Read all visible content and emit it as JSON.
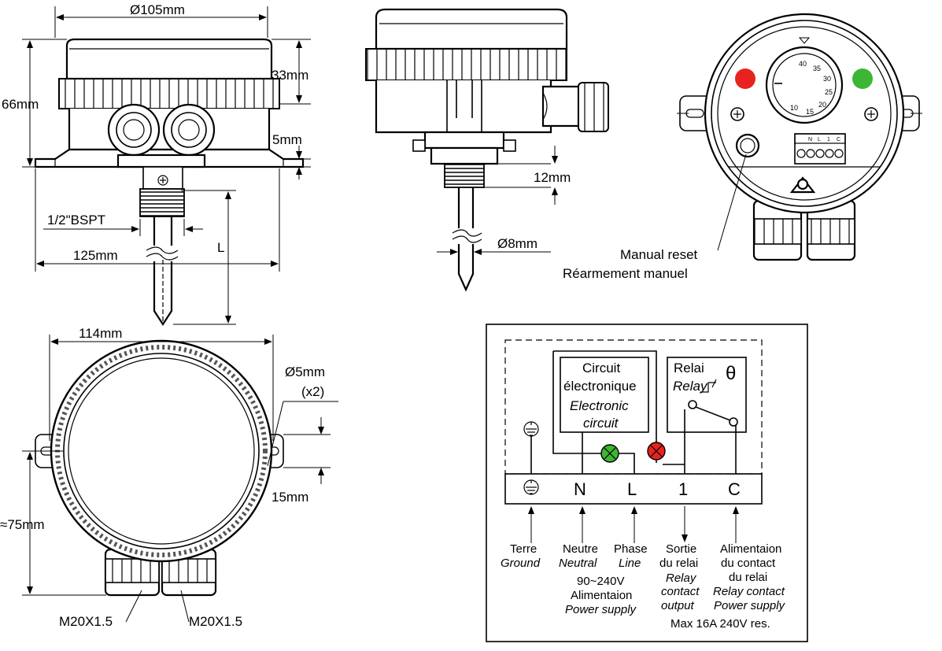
{
  "dimensions": {
    "diameter_top": "Ø105mm",
    "height_total": "66mm",
    "cover_height": "33mm",
    "flange_thickness": "5mm",
    "thread": "1/2\"BSPT",
    "width_flanges": "125mm",
    "probe_length": "L",
    "thread_length": "12mm",
    "probe_diameter": "Ø8mm",
    "body_width": "114mm",
    "hole_diameter": "Ø5mm",
    "hole_count": "(x2)",
    "flange_width": "15mm",
    "approx_height": "≈75mm",
    "gland_left": "M20X1.5",
    "gland_right": "M20X1.5"
  },
  "front_view": {
    "reset_label_en": "Manual reset",
    "reset_label_fr": "Réarmement manuel",
    "dial_numbers": [
      "40",
      "35",
      "30",
      "25",
      "20",
      "15",
      "10"
    ],
    "terminal_marks": [
      "N",
      "L",
      "1",
      "C"
    ],
    "led_colors": {
      "red": "#e8231f",
      "green": "#3db535"
    }
  },
  "wiring": {
    "circuit_box": {
      "line1": "Circuit",
      "line2": "électronique",
      "line3_it": "Electronic",
      "line4_it": "circuit"
    },
    "relay_box": {
      "line1": "Relai",
      "line2_it": "Relay",
      "symbol": "θ"
    },
    "terminals": [
      "⏚",
      "N",
      "L",
      "1",
      "C"
    ],
    "ground": {
      "fr": "Terre",
      "en": "Ground"
    },
    "neutral": {
      "fr": "Neutre",
      "en": "Neutral"
    },
    "phase": {
      "fr": "Phase",
      "en": "Line"
    },
    "power_supply": {
      "voltage": "90~240V",
      "fr": "Alimentaion",
      "en": "Power supply"
    },
    "relay_output": {
      "fr1": "Sortie",
      "fr2": "du relai",
      "en1": "Relay",
      "en2": "contact",
      "en3": "output"
    },
    "relay_supply": {
      "fr1": "Alimentaion",
      "fr2": "du contact",
      "fr3": "du relai",
      "en1": "Relay contact",
      "en2": "Power supply"
    },
    "rating": "Max 16A 240V res.",
    "led_colors": {
      "green": "#3db535",
      "red": "#e8231f"
    }
  }
}
